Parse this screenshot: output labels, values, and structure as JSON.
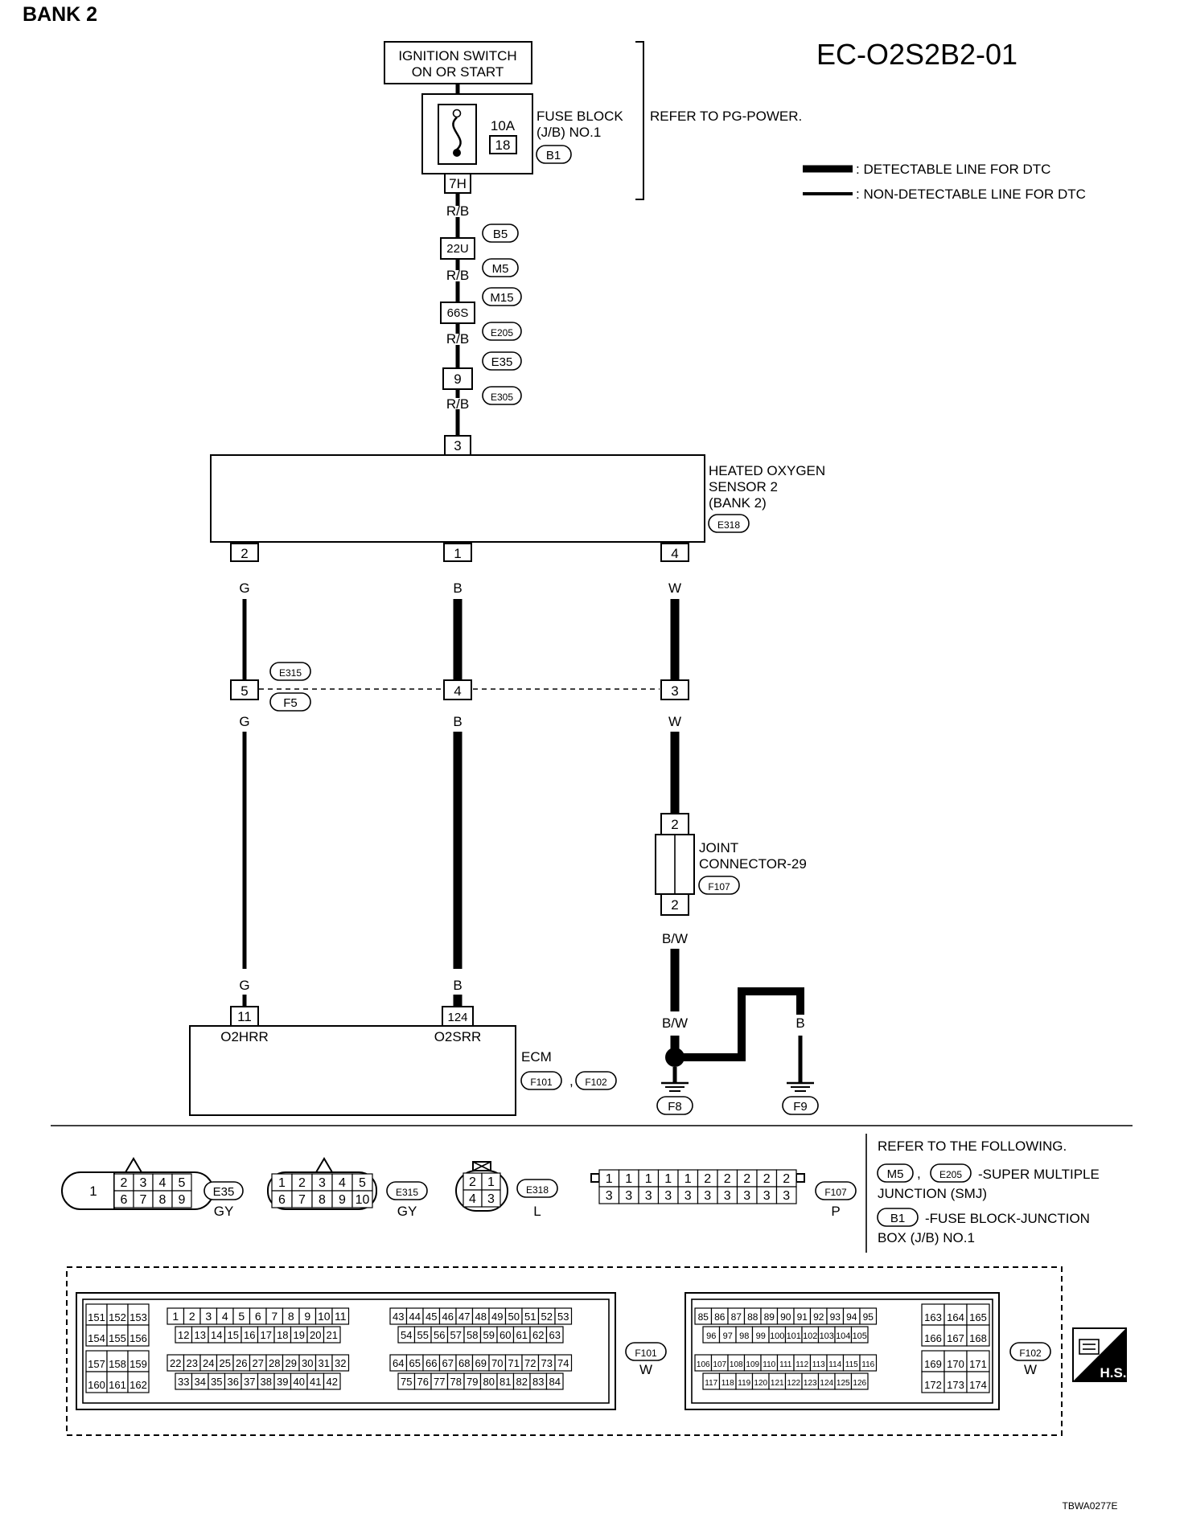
{
  "header": {
    "bank": "BANK 2",
    "diagram_code": "EC-O2S2B2-01"
  },
  "power": {
    "ignition": [
      "IGNITION SWITCH",
      "ON OR START"
    ],
    "fuse_amp": "10A",
    "fuse_no": "18",
    "fuse_block": [
      "FUSE BLOCK",
      "(J/B) NO.1"
    ],
    "fuse_ref": "B1",
    "refer": "REFER TO PG-POWER.",
    "terminal_7h": "7H"
  },
  "legend": {
    "detectable": ": DETECTABLE LINE FOR DTC",
    "non_detectable": ": NON-DETECTABLE LINE FOR DTC"
  },
  "upper_chain": {
    "wire_color": "R/B",
    "connectors": [
      {
        "terminal": "22U",
        "refs": [
          "B5",
          "M5"
        ]
      },
      {
        "terminal": "66S",
        "refs": [
          "M15",
          "E205"
        ]
      },
      {
        "terminal": "9",
        "refs": [
          "E35",
          "E305"
        ]
      }
    ],
    "sensor_terminal": "3"
  },
  "sensor": {
    "label": [
      "HEATED OXYGEN",
      "SENSOR 2",
      "(BANK 2)"
    ],
    "ref": "E318",
    "pins": [
      "2",
      "1",
      "4"
    ],
    "wire_colors": [
      "G",
      "B",
      "W"
    ]
  },
  "mid_connector": {
    "pins": [
      "5",
      "4",
      "3"
    ],
    "refs": [
      "E315",
      "F5"
    ],
    "wire_colors": [
      "G",
      "B",
      "W"
    ]
  },
  "joint": {
    "label": [
      "JOINT",
      "CONNECTOR-29"
    ],
    "ref": "F107",
    "pin_top": "2",
    "pin_bottom": "2",
    "wire_color": "B/W"
  },
  "ecm": {
    "label": "ECM",
    "refs": [
      "F101",
      "F102"
    ],
    "pins": [
      "11",
      "124"
    ],
    "pin_labels": [
      "O2HRR",
      "O2SRR"
    ],
    "wire_colors": [
      "G",
      "B"
    ]
  },
  "ground": {
    "wire_colors": [
      "B/W",
      "B",
      "B"
    ],
    "refs": [
      "F8",
      "F9"
    ]
  },
  "connector_views": {
    "e35": {
      "ref": "E35",
      "color": "GY",
      "big": "1",
      "top": [
        "2",
        "3",
        "4",
        "5"
      ],
      "bottom": [
        "6",
        "7",
        "8",
        "9"
      ]
    },
    "e315": {
      "ref": "E315",
      "color": "GY",
      "top": [
        "1",
        "2",
        "3",
        "4",
        "5"
      ],
      "bottom": [
        "6",
        "7",
        "8",
        "9",
        "10"
      ]
    },
    "e318": {
      "ref": "E318",
      "color": "L",
      "top": [
        "2",
        "1"
      ],
      "bottom": [
        "4",
        "3"
      ]
    },
    "f107": {
      "ref": "F107",
      "color": "P",
      "top": [
        "1",
        "1",
        "1",
        "1",
        "1",
        "2",
        "2",
        "2",
        "2",
        "2"
      ],
      "bottom": [
        "3",
        "3",
        "3",
        "3",
        "3",
        "3",
        "3",
        "3",
        "3",
        "3"
      ]
    }
  },
  "refer_following": {
    "title": "REFER TO THE FOLLOWING.",
    "line1_refs": [
      "M5",
      "E205"
    ],
    "line1_text": [
      "-SUPER MULTIPLE",
      "JUNCTION (SMJ)"
    ],
    "line2_ref": "B1",
    "line2_text": [
      "-FUSE BLOCK-JUNCTION",
      "BOX (J/B) NO.1"
    ]
  },
  "ecm_connectors": {
    "f101": {
      "ref": "F101",
      "color": "W"
    },
    "f102": {
      "ref": "F102",
      "color": "W"
    },
    "hs_label": "H.S."
  },
  "footer": {
    "code": "TBWA0277E"
  }
}
